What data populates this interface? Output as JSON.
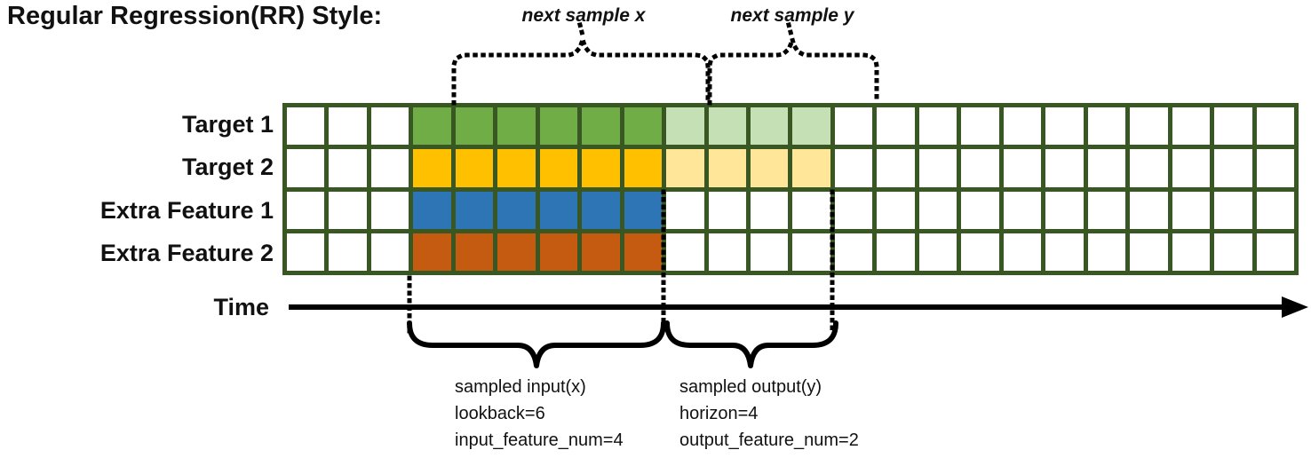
{
  "title": "Regular Regression(RR) Style:",
  "time_axis": {
    "label": "Time"
  },
  "top_annotations": {
    "next_sample_x": "next sample x",
    "next_sample_y": "next sample y"
  },
  "bottom_annotations": {
    "input_lines": [
      "sampled input(x)",
      "lookback=6",
      "input_feature_num=4"
    ],
    "output_lines": [
      "sampled output(y)",
      "horizon=4",
      "output_feature_num=2"
    ]
  },
  "grid": {
    "columns": 24,
    "lead_in_cells": 3,
    "lookback": 6,
    "horizon": 4,
    "border_color": "#385723",
    "cell_bg": "#ffffff",
    "rows": [
      {
        "label": "Target 1",
        "input_color": "#70AD47",
        "output_color": "#C5E0B4"
      },
      {
        "label": "Target 2",
        "input_color": "#FFC000",
        "output_color": "#FFE699"
      },
      {
        "label": "Extra Feature 1",
        "input_color": "#2E75B6",
        "output_color": null
      },
      {
        "label": "Extra Feature 2",
        "input_color": "#C55A11",
        "output_color": null
      }
    ]
  },
  "colors": {
    "annotation_stroke": "#000000"
  }
}
